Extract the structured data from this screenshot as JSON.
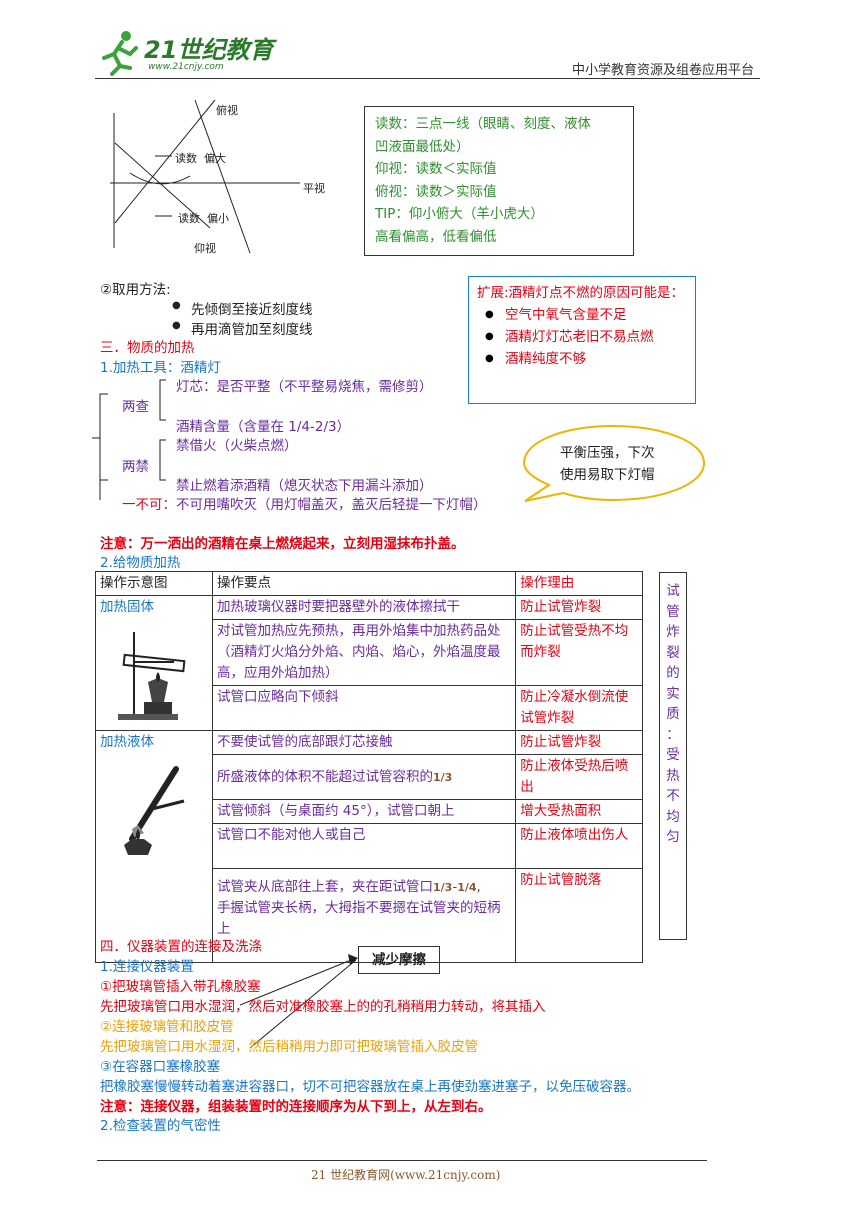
{
  "header": {
    "logo_text": "21世纪教育",
    "logo_url": "www.21cnjy.com",
    "platform": "中小学教育资源及组卷应用平台"
  },
  "meniscus_diagram": {
    "top_label": "俯视",
    "level_label": "平视",
    "upper_read": "读数  偏大",
    "lower_read": "读数  偏小",
    "bottom_label": "仰视"
  },
  "reading_box": {
    "lines": [
      "读数：三点一线（眼睛、刻度、液体",
      "凹液面最低处）",
      "仰视：读数＜实际值",
      "俯视：读数＞实际值",
      "TIP：仰小俯大（羊小虎大）",
      "高看偏高，低看偏低"
    ]
  },
  "take_method": {
    "title": "②取用方法:",
    "items": [
      "先倾倒至接近刻度线",
      "再用滴管加至刻度线"
    ]
  },
  "extension_box": {
    "title": "扩展:酒精灯点不燃的原因可能是：",
    "items": [
      "空气中氧气含量不足",
      "酒精灯灯芯老旧不易点燃",
      "酒精纯度不够"
    ]
  },
  "section3": {
    "title": "三．物质的加热",
    "sub1": "1.加热工具：酒精灯",
    "liang_cha": "两查",
    "cha1": "灯芯：是否平整（不平整易烧焦，需修剪）",
    "cha2": "酒精含量（含量在 1/4-2/3）",
    "liang_jin": "两禁",
    "jin1": "禁借火（火柴点燃）",
    "jin2": "禁止燃着添酒精（熄灭状态下用漏斗添加）",
    "yi_bu_ke": "一不可",
    "bu_ke_text": "：不可用嘴吹灭（用灯帽盖灭，盖灭后轻提一下灯帽）",
    "bubble_line1": "平衡压强，下次",
    "bubble_line2": "使用易取下灯帽",
    "note": "注意：万一洒出的酒精在桌上燃烧起来，立刻用湿抹布扑盖。",
    "sub2": "2.给物质加热"
  },
  "table": {
    "headers": [
      "操作示意图",
      "操作要点",
      "操作理由"
    ],
    "solid_label": "加热固体",
    "liquid_label": "加热液体",
    "solid_rows": [
      {
        "point": "加热玻璃仪器时要把器壁外的液体擦拭干",
        "reason": "防止试管炸裂"
      },
      {
        "point": "对试管加热应先预热，再用外焰集中加热药品处（酒精灯火焰分外焰、内焰、焰心，外焰温度最高，应用外焰加热）",
        "reason": "防止试管受热不均而炸裂"
      },
      {
        "point": "试管口应略向下倾斜",
        "reason": "防止冷凝水倒流使试管炸裂"
      }
    ],
    "liquid_rows": [
      {
        "point": "不要使试管的底部跟灯芯接触",
        "reason": "防止试管炸裂"
      },
      {
        "point": "所盛液体的体积不能超过试管容积的",
        "fraction": "1/3",
        "reason": "防止液体受热后喷出"
      },
      {
        "point": "试管倾斜（与桌面约 45°），试管口朝上",
        "reason": "增大受热面积"
      },
      {
        "point": "试管口不能对他人或自己",
        "reason": "防止液体喷出伤人"
      },
      {
        "point_a": "试管夹从底部往上套，夹在距试管口",
        "fraction_a": "1/3",
        "fraction_b": "1/4",
        "point_b": "手握试管夹长柄，大拇指不要摁在试管夹的短柄上",
        "reason": "防止试管脱落"
      }
    ]
  },
  "sidebox": {
    "chars": [
      "试",
      "管",
      "炸",
      "裂",
      "的",
      "实",
      "质",
      "：",
      "受",
      "热",
      "不",
      "均",
      "匀"
    ]
  },
  "section4": {
    "title": "四．仪器装置的连接及洗涤",
    "sub1": "1.连接仪器装置",
    "callout": "减少摩擦",
    "item1_title": "①把玻璃管插入带孔橡胶塞",
    "item1_text": "先把玻璃管口用水湿润，然后对准橡胶塞上的的孔稍稍用力转动，将其插入",
    "item2_title": "②连接玻璃管和胶皮管",
    "item2_text": "先把玻璃管口用水湿润，然后稍稍用力即可把玻璃管插入胶皮管",
    "item3_title": "③在容器口塞橡胶塞",
    "item3_text": "把橡胶塞慢慢转动着塞进容器口，切不可把容器放在桌上再使劲塞进塞子，以免压破容器。",
    "note": "注意：连接仪器，组装装置时的连接顺序为从下到上，从左到右。",
    "sub2": "2.检查装置的气密性"
  },
  "footer": {
    "text": "21 世纪教育网(www.21cnjy.com)"
  }
}
